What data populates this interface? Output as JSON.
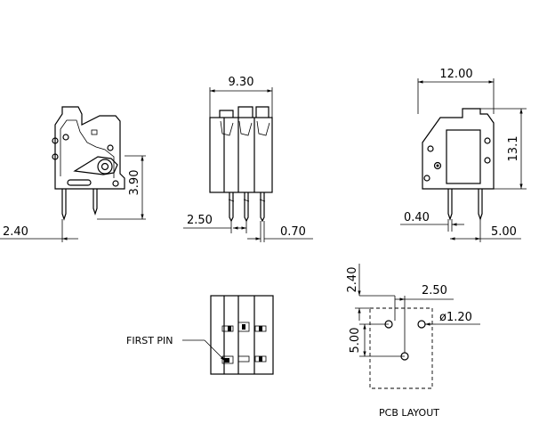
{
  "dimensions": {
    "width_9_30": "9.30",
    "height_3_90": "3.90",
    "offset_2_40_side": "2.40",
    "pitch_2_50_front": "2.50",
    "pin_0_70": "0.70",
    "width_12_00": "12.00",
    "height_13_1": "13.1",
    "offset_0_40": "0.40",
    "spacing_5_00_right": "5.00",
    "pcb_2_40": "2.40",
    "pcb_2_50": "2.50",
    "pcb_5_00": "5.00",
    "hole_dia": "ø1.20"
  },
  "labels": {
    "first_pin": "FIRST  PIN",
    "pcb_layout": "PCB  LAYOUT"
  }
}
